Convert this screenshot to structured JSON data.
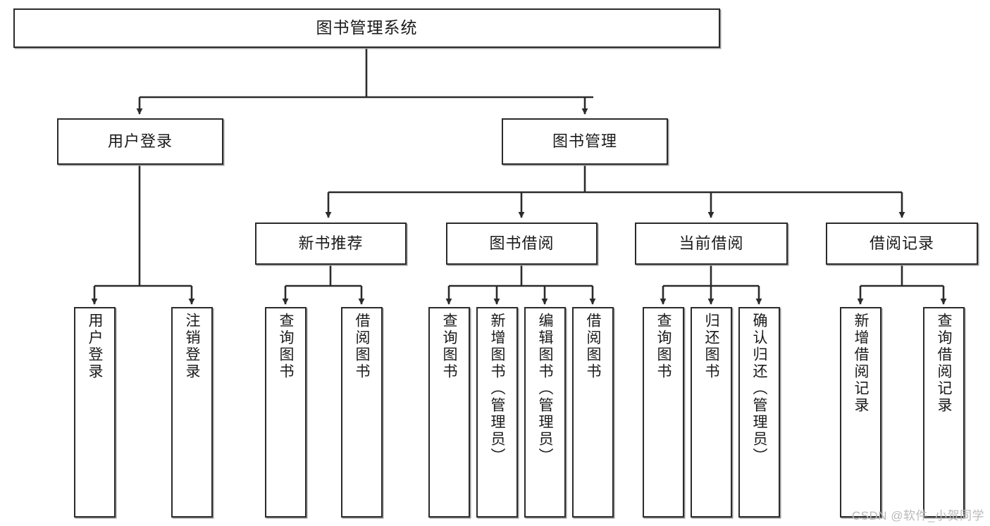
{
  "diagram": {
    "title": "图书管理系统",
    "type": "hierarchy-tree",
    "watermark": "CSDN @软件_小贺同学",
    "colors": {
      "box_border": "#2b2b2b",
      "box_fill": "#ffffff",
      "edge": "#2b2b2b",
      "shadow": "#9a9a9a",
      "watermark": "#b9b9b9"
    },
    "nodes": {
      "root": {
        "label": "图书管理系统"
      },
      "level2": [
        {
          "id": "user-login",
          "label": "用户登录"
        },
        {
          "id": "book-manage",
          "label": "图书管理"
        }
      ],
      "level3": [
        {
          "id": "new-book-rec",
          "label": "新书推荐"
        },
        {
          "id": "book-borrow",
          "label": "图书借阅"
        },
        {
          "id": "current-borrow",
          "label": "当前借阅"
        },
        {
          "id": "borrow-record",
          "label": "借阅记录"
        }
      ],
      "leaves": {
        "user-login": [
          {
            "id": "leaf-user-login",
            "label": "用户登录"
          },
          {
            "id": "leaf-logout",
            "label": "注销登录"
          }
        ],
        "new-book-rec": [
          {
            "id": "leaf-query-book-1",
            "label": "查询图书"
          },
          {
            "id": "leaf-borrow-book-1",
            "label": "借阅图书"
          }
        ],
        "book-borrow": [
          {
            "id": "leaf-query-book-2",
            "label": "查询图书"
          },
          {
            "id": "leaf-add-book",
            "label": "新增图书（管理员）"
          },
          {
            "id": "leaf-edit-book",
            "label": "编辑图书（管理员）"
          },
          {
            "id": "leaf-borrow-book-2",
            "label": "借阅图书"
          }
        ],
        "current-borrow": [
          {
            "id": "leaf-query-book-3",
            "label": "查询图书"
          },
          {
            "id": "leaf-return-book",
            "label": "归还图书"
          },
          {
            "id": "leaf-confirm-return",
            "label": "确认归还（管理员）"
          }
        ],
        "borrow-record": [
          {
            "id": "leaf-add-record",
            "label": "新增借阅记录"
          },
          {
            "id": "leaf-query-record",
            "label": "查询借阅记录"
          }
        ]
      }
    }
  }
}
